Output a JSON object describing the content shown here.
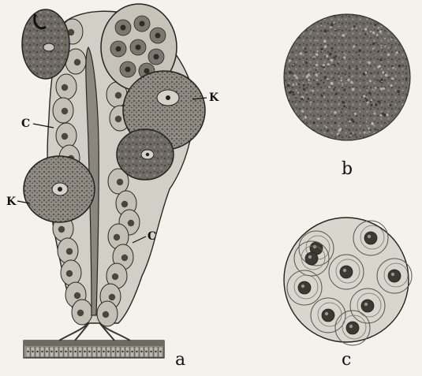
{
  "labels": {
    "k_upper": "K",
    "k_lower": "K",
    "c_left": "C",
    "c_right": "C",
    "fig_a": "a",
    "fig_b": "b",
    "fig_c": "c"
  },
  "colors": {
    "background": "#f3f2ed",
    "ink": "#1a1a1a",
    "cell_light": "#c9c6bc",
    "cell_mid": "#8e8a80",
    "cell_dark": "#4e4a44",
    "stalk": "#7d786f"
  }
}
